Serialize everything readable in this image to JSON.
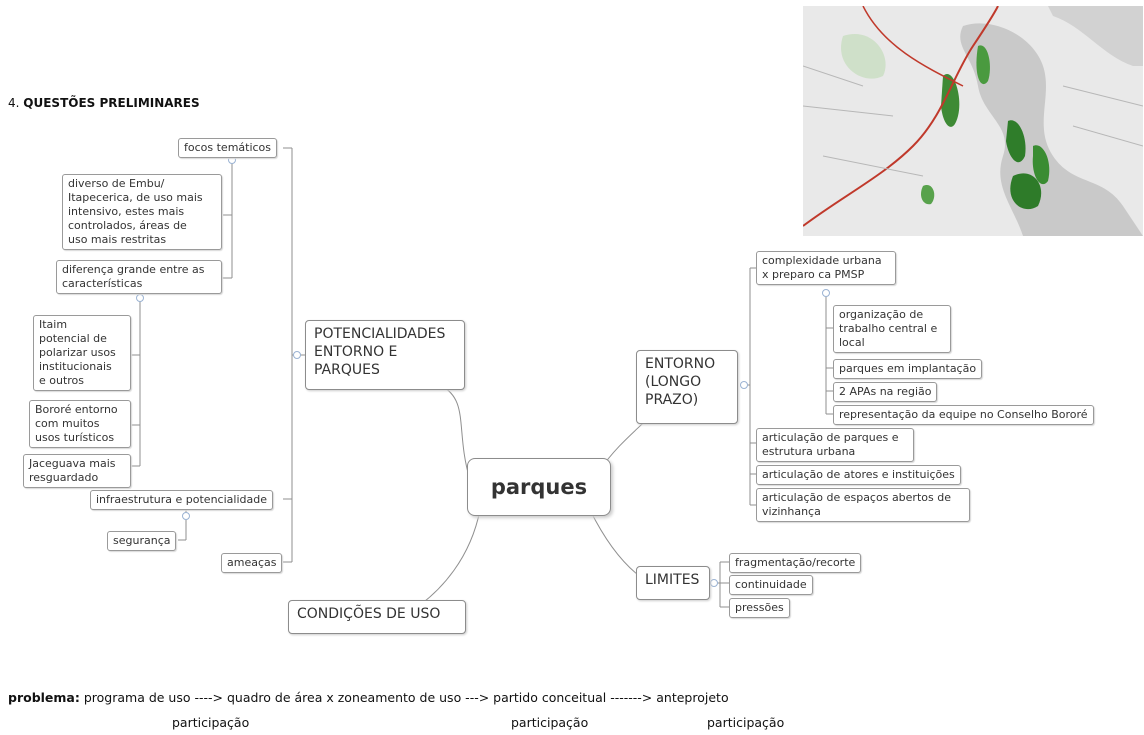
{
  "header": {
    "number": "4.",
    "title": "QUESTÕES PRELIMINARES"
  },
  "map_image": {
    "description_icon": "map-thumbnail"
  },
  "mindmap": {
    "central": "parques",
    "left_topic": "POTENCIALIDADES\n ENTORNO E\nPARQUES",
    "left_items": {
      "focos": "focos temáticos",
      "diverso": "diverso de Embu/\nItapecerica, de uso mais\nintensivo, estes mais\ncontrolados, áreas de\nuso mais restritas",
      "diferenca": "diferença grande entre as\ncaracterísticas",
      "itaim": "Itaim\npotencial de\npolarizar usos\ninstitucionais\ne outros",
      "bororo": "Bororé entorno\ncom muitos\nusos turísticos",
      "jaceguava": "Jaceguava mais\nresguardado",
      "infra": "infraestrutura e potencialidade",
      "seguranca": "segurança",
      "ameacas": "ameaças"
    },
    "bottom_topic": "CONDIÇÕES DE USO",
    "right_topic": "ENTORNO\n(LONGO\nPRAZO)",
    "right_items": {
      "complexidade": "complexidade urbana\nx preparo ca PMSP",
      "organizacao": "organização de\ntrabalho central e\nlocal",
      "parques_impl": "parques em implantação",
      "apas": "2 APAs na região",
      "representacao": "representação da equipe no Conselho Bororé",
      "articulacao_parques": "articulação de parques e\nestrutura urbana",
      "articulacao_atores": "articulação de atores e instituições",
      "articulacao_espacos": "articulação de espaços abertos de\nvizinhança"
    },
    "limites_topic": "LIMITES",
    "limites_items": {
      "fragmentacao": "fragmentação/recorte",
      "continuidade": "continuidade",
      "pressoes": "pressões"
    }
  },
  "footer": {
    "problem_label": "problema:",
    "problem_text": " programa de uso ----> quadro de área x zoneamento de uso  ---> partido conceitual -------> anteprojeto",
    "participacao_1": "participação",
    "participacao_2": "participação",
    "participacao_3": "participação"
  }
}
